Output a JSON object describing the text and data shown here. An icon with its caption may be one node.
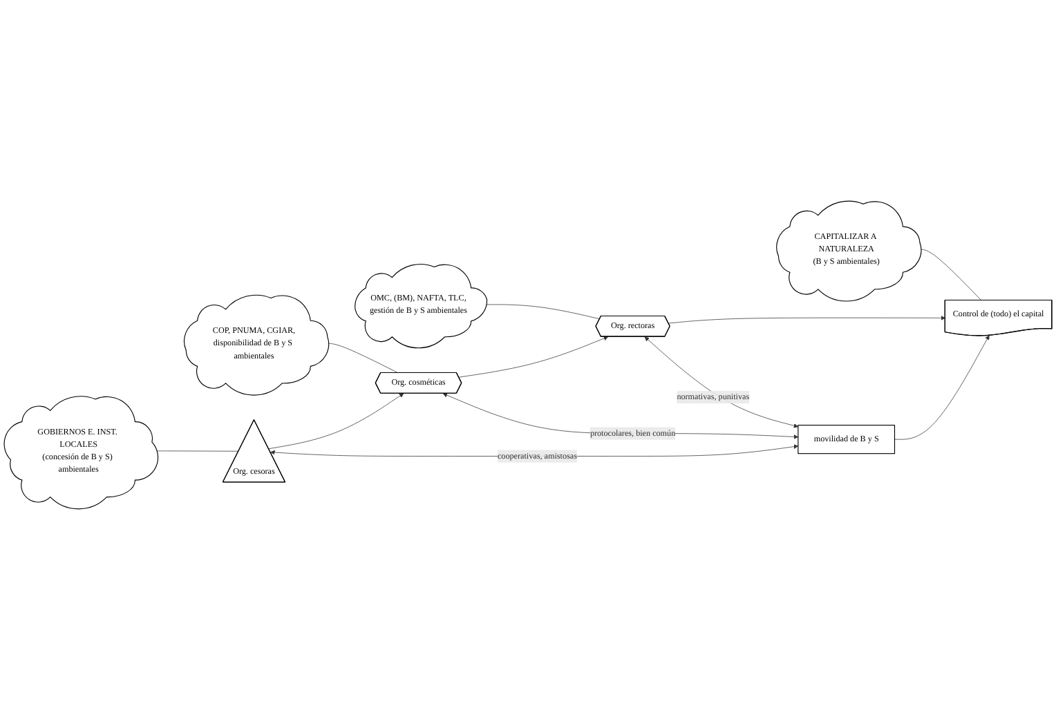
{
  "diagram": {
    "nodes": [
      {
        "text": [
          "GOBIERNOS E. INST. LOCALES",
          "(concesión de B y S) ambientales"
        ]
      },
      {
        "text": [
          "COP, PNUMA, CGIAR,",
          "disponibilidad de B y S ambientales"
        ]
      },
      {
        "text": [
          "OMC, (BM), NAFTA, TLC,",
          "gestión de B y S ambientales"
        ]
      },
      {
        "text": [
          "CAPITALIZAR A NATURALEZA",
          "(B y S ambientales)"
        ]
      },
      {
        "text": [
          "Org. cesoras"
        ]
      },
      {
        "text": [
          "Org. cosméticas"
        ]
      },
      {
        "text": [
          "Org. rectoras"
        ]
      },
      {
        "text": [
          "Control de (todo) el capital"
        ]
      },
      {
        "text": [
          "movilidad de B y S"
        ]
      }
    ],
    "edges": [
      {
        "from": 0,
        "to": 4,
        "arrow": "none"
      },
      {
        "from": 1,
        "to": 5,
        "arrow": "none"
      },
      {
        "from": 2,
        "to": 6,
        "arrow": "none"
      },
      {
        "from": 3,
        "to": 7,
        "arrow": "none"
      },
      {
        "from": 4,
        "to": 5,
        "arrow": "to"
      },
      {
        "from": 5,
        "to": 6,
        "arrow": "to"
      },
      {
        "from": 6,
        "to": 7,
        "arrow": "to"
      },
      {
        "from": 4,
        "to": 8,
        "arrow": "both",
        "label": "cooperativas, amistosas"
      },
      {
        "from": 5,
        "to": 8,
        "arrow": "both",
        "label": "protocolares, bien común"
      },
      {
        "from": 6,
        "to": 8,
        "arrow": "both",
        "label": "normativas, punitivas"
      },
      {
        "from": 8,
        "to": 7,
        "arrow": "to"
      }
    ]
  }
}
